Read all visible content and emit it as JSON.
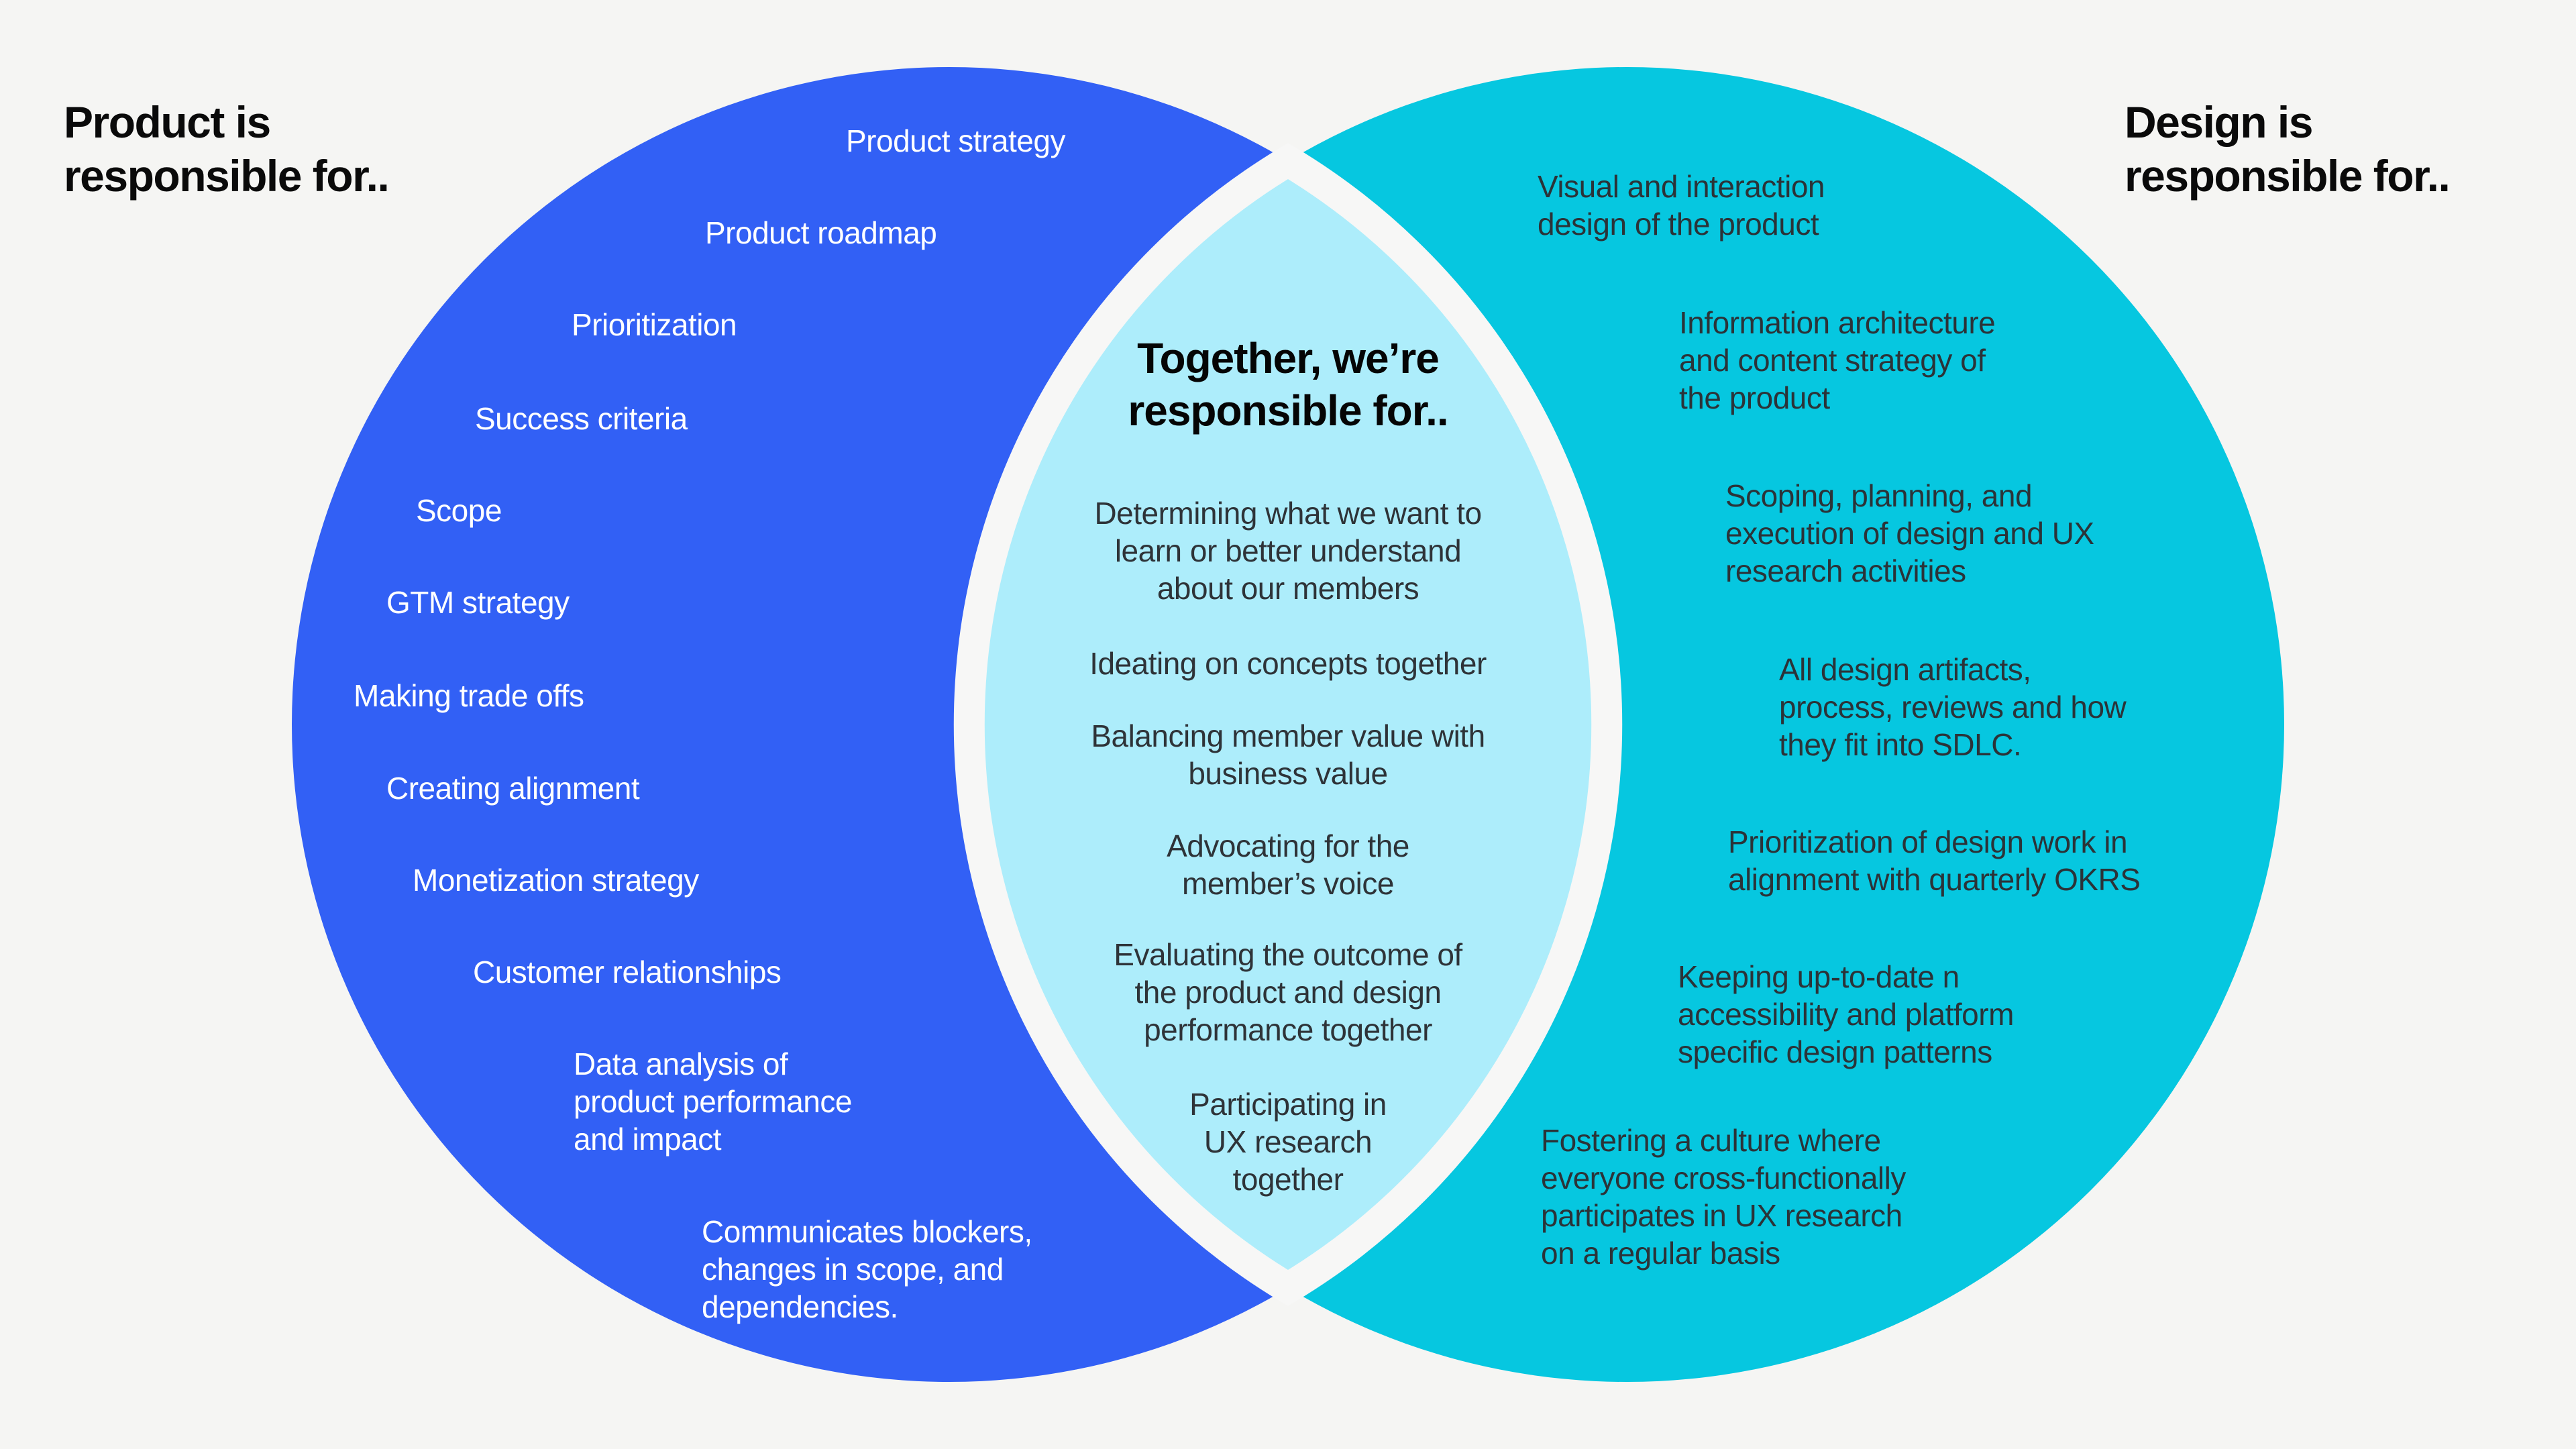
{
  "colors": {
    "background": "#F5F5F3",
    "product_circle": "#3260F5",
    "design_circle": "#06C7E0",
    "overlap_fill": "#ADEDFB",
    "overlap_stroke": "#F7F7F6",
    "product_text": "#FFFFFF",
    "design_text": "#2B3338",
    "heading_text": "#0A0A0A"
  },
  "headings": {
    "product": "Product is\nresponsible for..",
    "design": "Design is\nresponsible for.."
  },
  "product": {
    "items": [
      "Product strategy",
      "Product roadmap",
      "Prioritization",
      "Success criteria",
      "Scope",
      "GTM strategy",
      "Making trade offs",
      "Creating alignment",
      "Monetization strategy",
      "Customer relationships",
      "Data analysis of\nproduct performance\nand impact",
      "Communicates blockers,\nchanges in scope, and\ndependencies."
    ]
  },
  "together": {
    "title": "Together, we’re\nresponsible for..",
    "items": [
      "Determining what we want to\nlearn or better understand\nabout our members",
      "Ideating on concepts together",
      "Balancing member value with\nbusiness value",
      "Advocating for the\nmember’s voice",
      "Evaluating the outcome of\nthe product and design\nperformance together",
      "Participating in\nUX research\ntogether"
    ]
  },
  "design": {
    "items": [
      "Visual and interaction\ndesign of the product",
      "Information architecture\nand content strategy of\nthe product",
      "Scoping, planning, and\nexecution of design and UX\nresearch activities",
      "All design artifacts,\nprocess, reviews and how\nthey fit into SDLC.",
      "Prioritization of design work in\nalignment with quarterly OKRS",
      "Keeping up-to-date n\naccessibility and platform\nspecific design patterns",
      "Fostering a culture where\neveryone cross-functionally\nparticipates in UX research\non a regular basis"
    ]
  }
}
